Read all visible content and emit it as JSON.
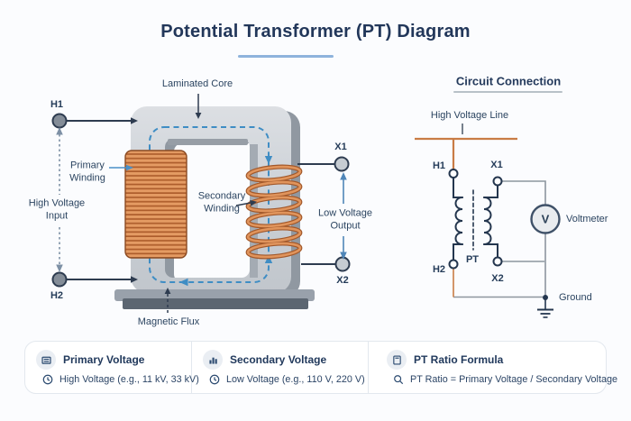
{
  "title": "Potential Transformer (PT) Diagram",
  "transformer_diagram": {
    "labels": {
      "laminated_core": "Laminated Core",
      "h1": "H1",
      "h2": "H2",
      "x1": "X1",
      "x2": "X2",
      "primary_winding": "Primary Winding",
      "secondary_winding": "Secondary Winding",
      "high_voltage_input": "High Voltage Input",
      "low_voltage_output": "Low Voltage Output",
      "magnetic_flux": "Magnetic Flux"
    }
  },
  "circuit": {
    "heading": "Circuit Connection",
    "labels": {
      "high_voltage_line": "High Voltage Line",
      "h1": "H1",
      "x1": "X1",
      "h2": "H2",
      "x2": "X2",
      "pt": "PT",
      "voltmeter_symbol": "V",
      "voltmeter": "Voltmeter",
      "ground": "Ground"
    }
  },
  "footer": {
    "items": [
      {
        "icon": "transformer-plate-icon",
        "title": "Primary Voltage",
        "detail_icon": "clock-icon",
        "detail": "High Voltage (e.g., 11 kV, 33 kV)"
      },
      {
        "icon": "bar-chart-icon",
        "title": "Secondary Voltage",
        "detail_icon": "clock-icon",
        "detail": "Low Voltage (e.g., 110 V, 220 V)"
      },
      {
        "icon": "calculator-icon",
        "title": "PT Ratio Formula",
        "detail_icon": "search-icon",
        "detail": "PT Ratio = Primary Voltage / Secondary Voltage"
      }
    ]
  },
  "colors": {
    "navy": "#24364e",
    "label_navy": "#2b4460",
    "orange_line": "#c97c45",
    "copper": "#e49b63",
    "copper_dark": "#ad5d2c",
    "flux_blue": "#3f8dc4",
    "arrow_blue": "#4f86b8",
    "core_gray": "#c9ced4",
    "core_side": "#9098a1",
    "base_dark": "#5c6671",
    "underline_blue": "#7aa6d6",
    "card_border": "#e3e8ee"
  }
}
